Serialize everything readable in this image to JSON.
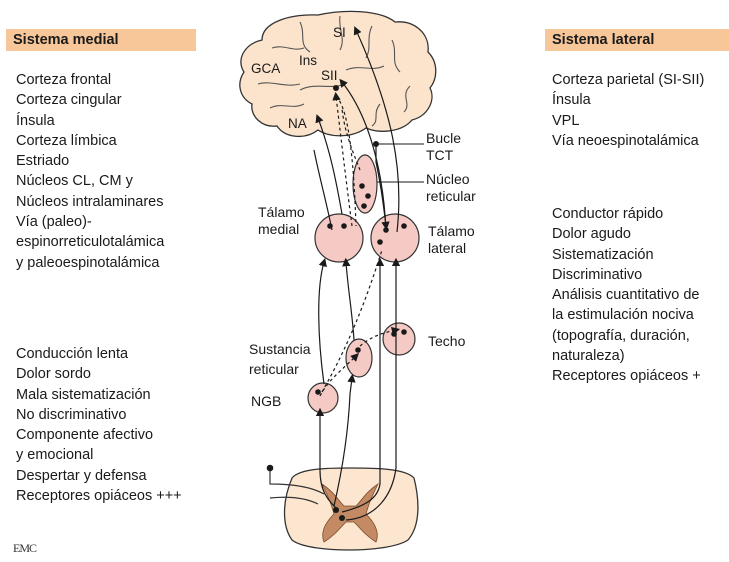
{
  "medial": {
    "title": "Sistema medial",
    "structures": [
      "Corteza frontal",
      "Corteza cingular",
      "Ínsula",
      "Corteza límbica",
      "Estriado",
      "Núcleos CL, CM y",
      "Núcleos intralaminares",
      "Vía (paleo)-",
      "espinorreticulotalámica",
      "y paleoespinotalámica"
    ],
    "features": [
      "Conducción lenta",
      "Dolor sordo",
      "Mala sistematización",
      "No discriminativo",
      "Componente afectivo",
      "y emocional",
      "Despertar y defensa",
      "Receptores opiáceos +++"
    ]
  },
  "lateral": {
    "title": "Sistema lateral",
    "structures": [
      "Corteza parietal (SI-SII)",
      "Ínsula",
      "VPL",
      "Vía neoespinotalámica"
    ],
    "features": [
      "Conductor rápido",
      "Dolor agudo",
      "Sistematización",
      "Discriminativo",
      "Análisis cuantitativo de",
      "la estimulación nociva",
      "(topografía, duración,",
      "naturaleza)",
      "Receptores opiáceos +"
    ]
  },
  "diagram": {
    "brain_labels": {
      "si": "SI",
      "gca": "GCA",
      "ins": "Ins",
      "sii": "SII",
      "na": "NA"
    },
    "bucle_line1": "Bucle",
    "bucle_line2": "TCT",
    "nucleo_line1": "Núcleo",
    "nucleo_line2": "reticular",
    "talamo_medial_line1": "Tálamo",
    "talamo_medial_line2": "medial",
    "talamo_lateral_line1": "Tálamo",
    "talamo_lateral_line2": "lateral",
    "sustancia_line1": "Sustancia",
    "sustancia_line2": "reticular",
    "techo": "Techo",
    "ngb": "NGB"
  },
  "logo": "EMC",
  "colors": {
    "header_bg": "#f7c79a",
    "brain_fill": "#fbe3cc",
    "nucleus_fill": "#f5c9c4",
    "spinal_fill": "#fde6cf",
    "gray_matter": "#c48a63"
  }
}
